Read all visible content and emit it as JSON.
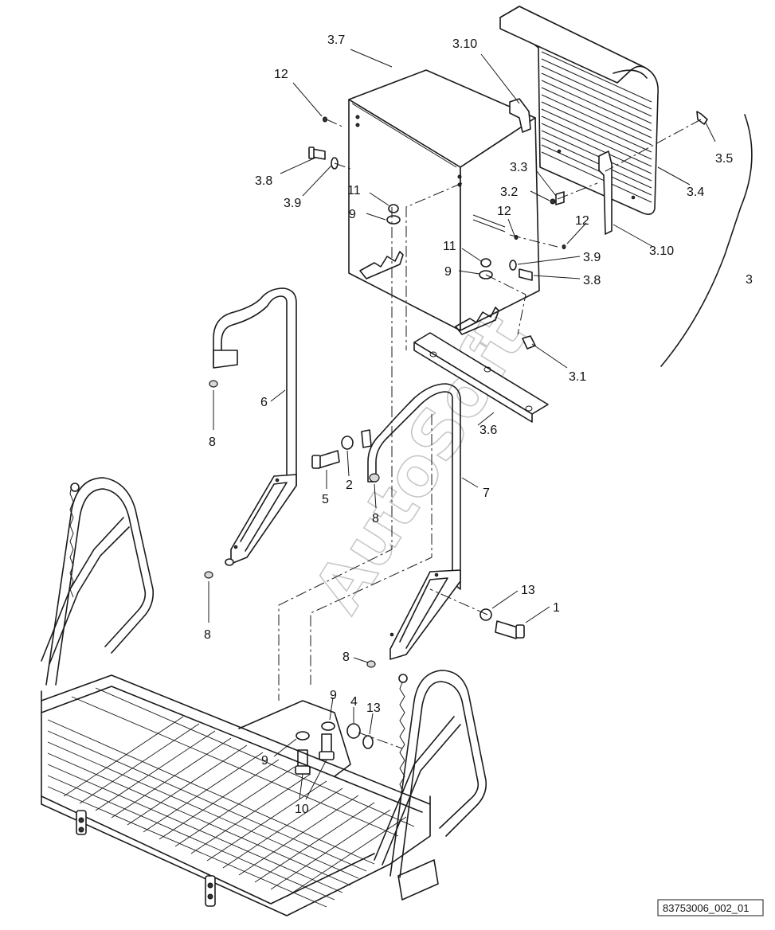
{
  "drawing": {
    "reference_number": "83753006_002_01",
    "watermark": "AutoSoft"
  },
  "callouts": {
    "c_3_7": "3.7",
    "c_3_10_top": "3.10",
    "c_12_top": "12",
    "c_3_5": "3.5",
    "c_3_4": "3.4",
    "c_3_8_left": "3.8",
    "c_3_9_left": "3.9",
    "c_3_3": "3.3",
    "c_3_2": "3.2",
    "c_11_left": "11",
    "c_9_left": "9",
    "c_12_mid": "12",
    "c_12_right": "12",
    "c_3_10_bottom": "3.10",
    "c_11_mid": "11",
    "c_3_9_right": "3.9",
    "c_9_mid": "9",
    "c_3_8_right": "3.8",
    "c_3": "3",
    "c_3_1": "3.1",
    "c_6": "6",
    "c_8_a": "8",
    "c_3_6": "3.6",
    "c_2": "2",
    "c_5": "5",
    "c_8_b": "8",
    "c_7": "7",
    "c_13_a": "13",
    "c_1": "1",
    "c_8_c": "8",
    "c_8_d": "8",
    "c_9_low": "9",
    "c_4": "4",
    "c_13_b": "13",
    "c_9_low2": "9",
    "c_10": "10"
  }
}
